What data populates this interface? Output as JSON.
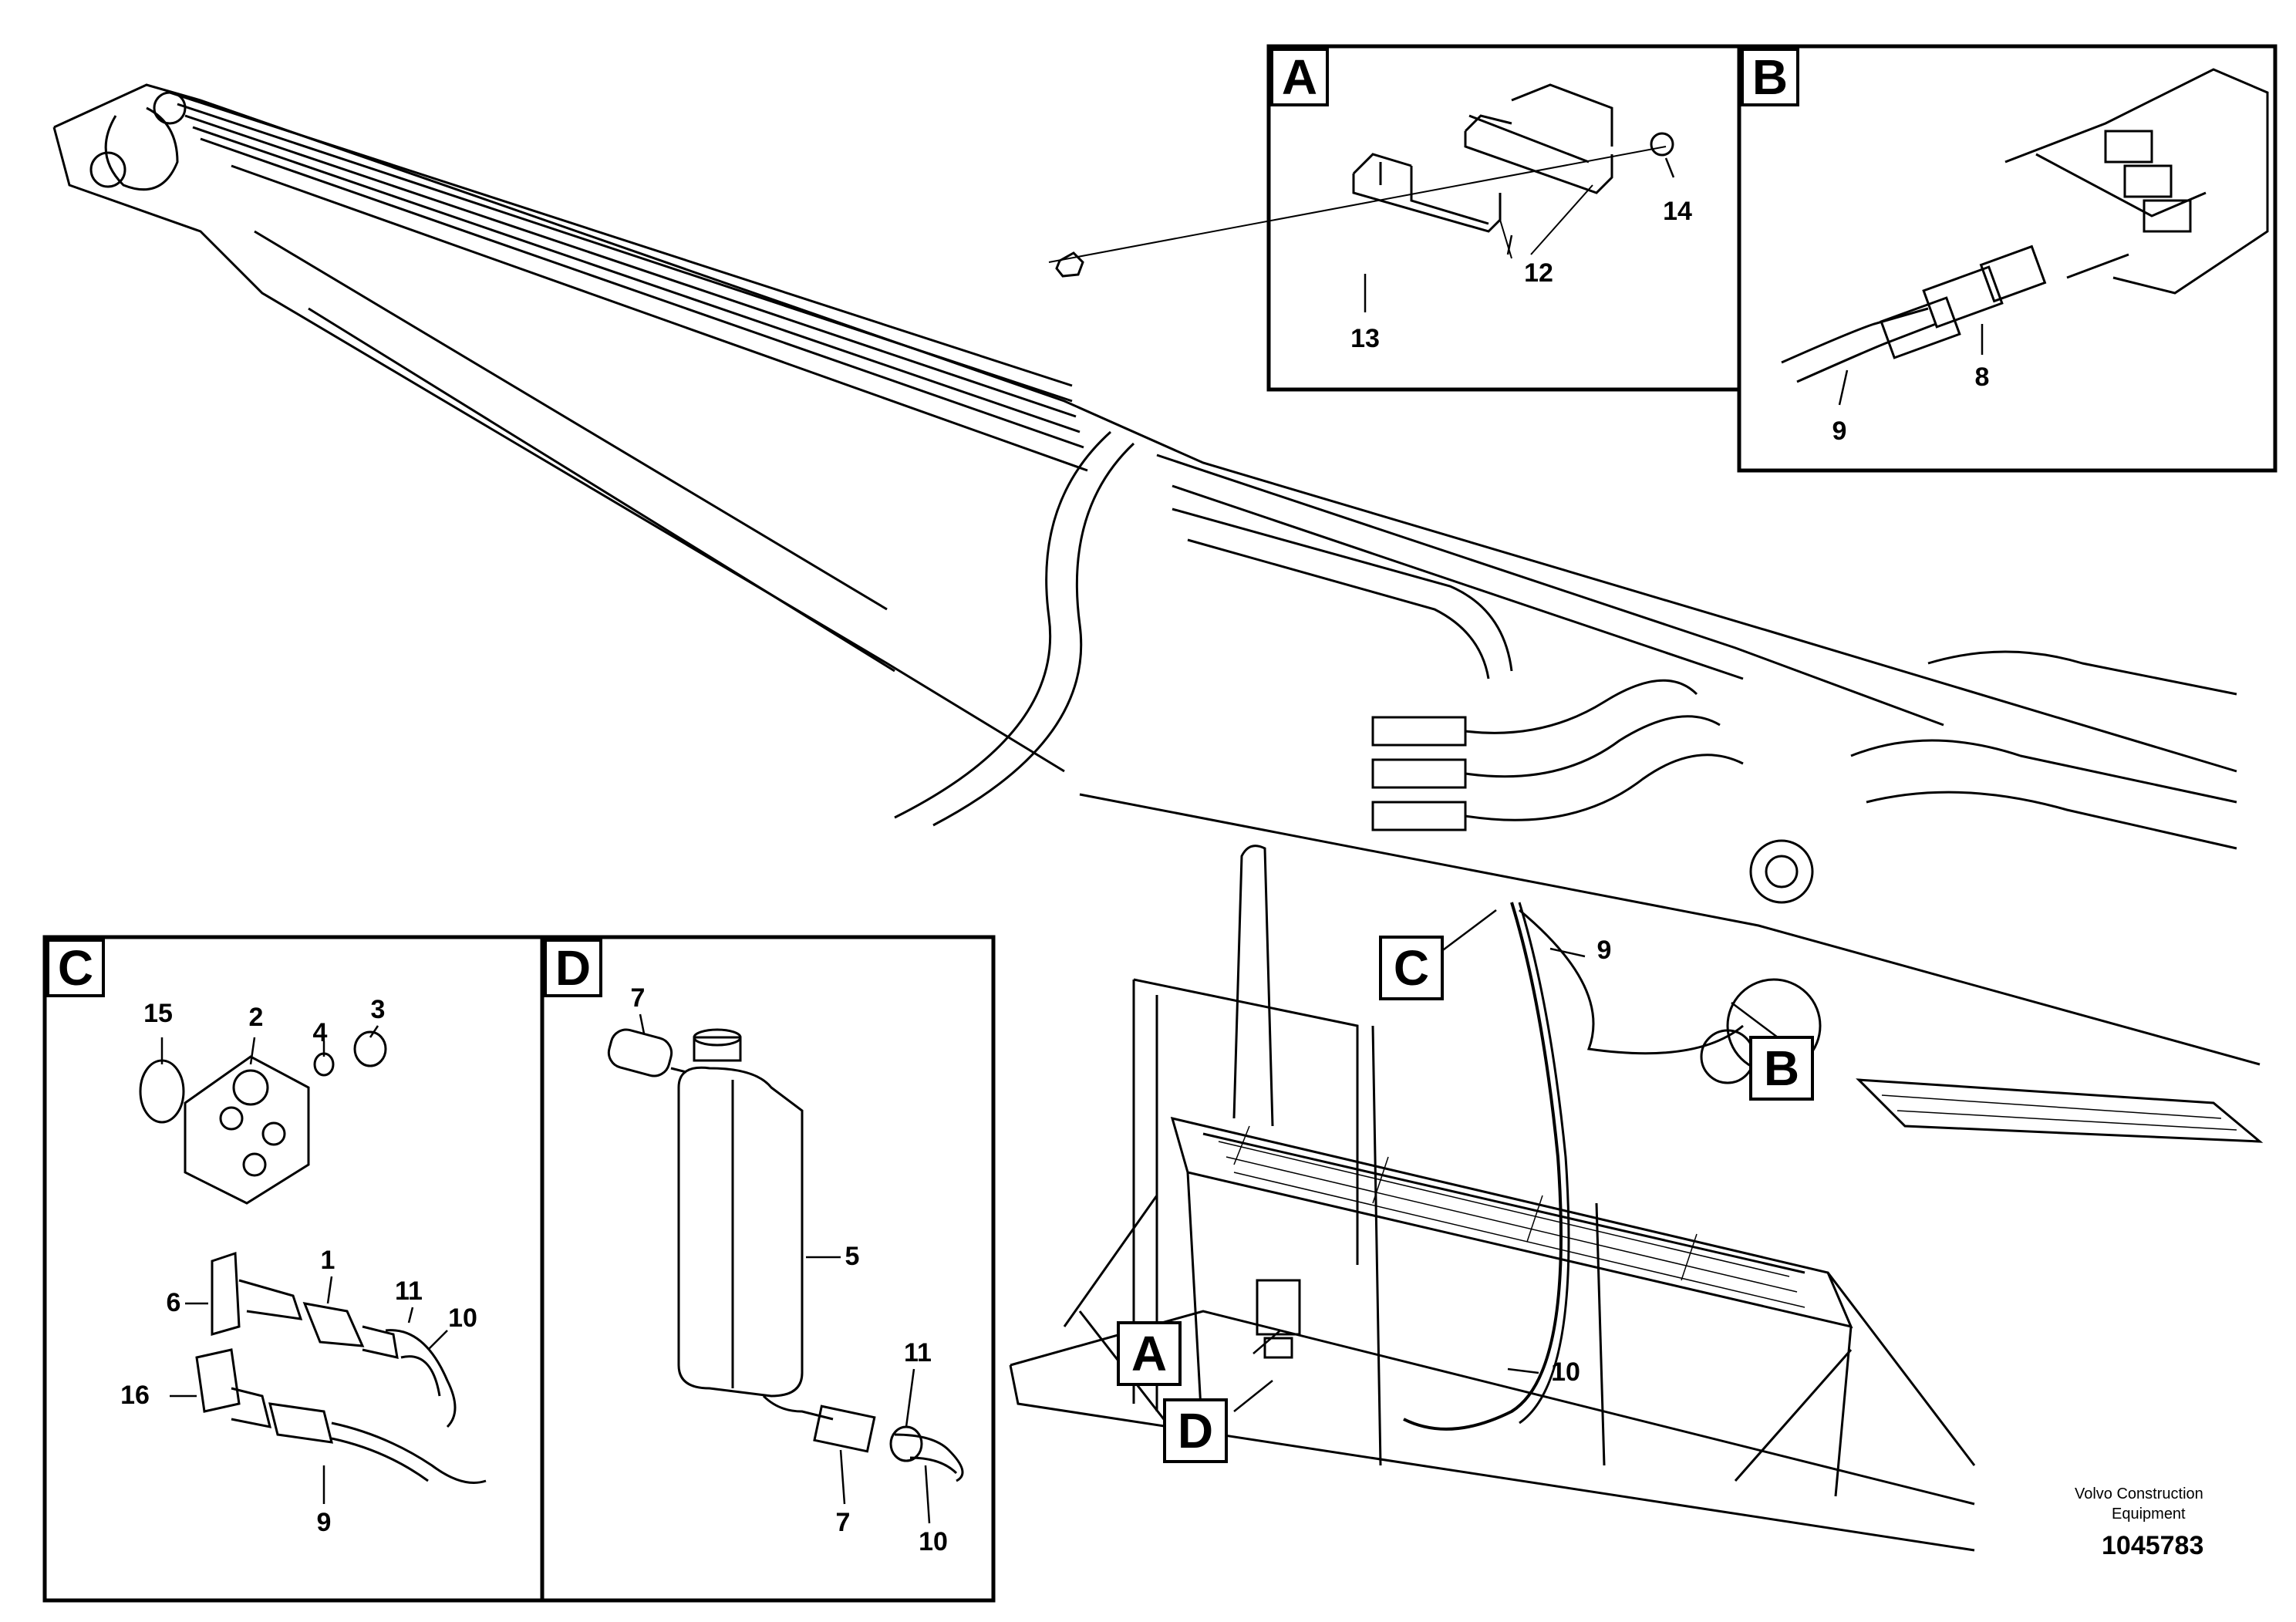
{
  "detail_views": {
    "A": {
      "title": "A",
      "parts": [
        "12",
        "13",
        "14"
      ]
    },
    "B": {
      "title": "B",
      "parts": [
        "8",
        "9"
      ]
    },
    "C": {
      "title": "C",
      "parts": [
        "15",
        "2",
        "4",
        "3",
        "6",
        "1",
        "11",
        "10",
        "16",
        "9"
      ]
    },
    "D": {
      "title": "D",
      "parts": [
        "7",
        "5",
        "11",
        "7",
        "10"
      ]
    }
  },
  "main_callouts": {
    "A": "A",
    "B": "B",
    "C": "C",
    "D": "D",
    "num_9": "9",
    "num_10": "10"
  },
  "footer": {
    "brand_line1": "Volvo Construction",
    "brand_line2": "Equipment",
    "doc_number": "1045783"
  },
  "colors": {
    "line": "#000000",
    "background": "#ffffff"
  }
}
